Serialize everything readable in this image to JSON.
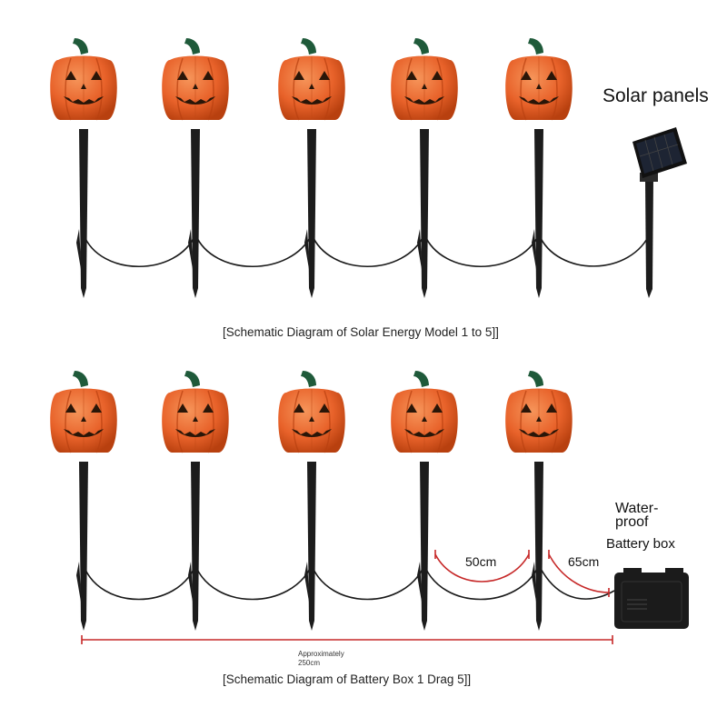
{
  "labels": {
    "solar_panels": "Solar panels",
    "caption_solar": "[Schematic Diagram of Solar Energy Model 1 to 5]]",
    "caption_battery": "[Schematic Diagram of Battery Box 1 Drag 5]]",
    "waterproof_line1": "Water-",
    "waterproof_line2": "proof",
    "battery_box": "Battery box",
    "measure_50": "50cm",
    "measure_65": "65cm",
    "approx_line1": "Approximately",
    "approx_line2": "250cm"
  },
  "rows": [
    {
      "name": "solar-row",
      "lamps": 5,
      "power": "solar panel"
    },
    {
      "name": "battery-row",
      "lamps": 5,
      "power": "battery box"
    }
  ],
  "colors": {
    "pumpkin": "#e8622a",
    "pumpkin_dark": "#b8400f",
    "stem": "#1f5a3a",
    "stake": "#1c1c1c",
    "measure": "#c62828"
  }
}
